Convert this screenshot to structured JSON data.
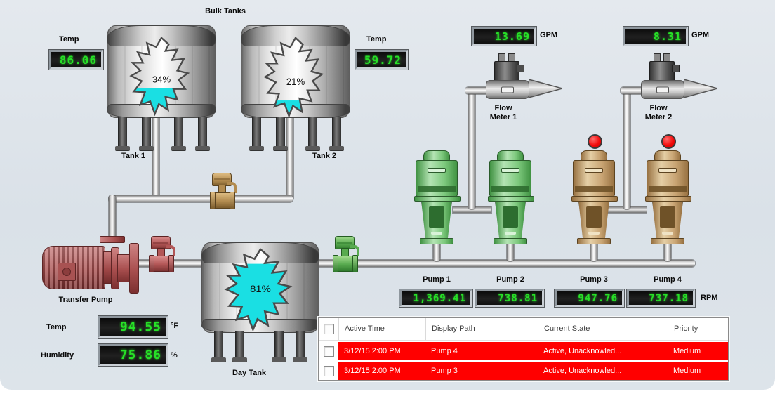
{
  "title": "Bulk Tanks",
  "tanks": {
    "tank1": {
      "label": "Tank 1",
      "level_label": "34%",
      "liquid_y": "79",
      "temp_label": "Temp",
      "temp_value": "86.06"
    },
    "tank2": {
      "label": "Tank 2",
      "level_label": "21%",
      "liquid_y": "95",
      "temp_label": "Temp",
      "temp_value": "59.72"
    },
    "day_tank": {
      "label": "Day Tank",
      "level_label": "81%",
      "liquid_y": "23"
    }
  },
  "flow_meters": {
    "meter1": {
      "name_line1": "Flow",
      "name_line2": "Meter 1",
      "value": "13.69",
      "unit": "GPM"
    },
    "meter2": {
      "name_line1": "Flow",
      "name_line2": "Meter 2",
      "value": "8.31",
      "unit": "GPM"
    }
  },
  "pumps": {
    "pump1": {
      "label": "Pump 1",
      "rpm": "1,369.41",
      "status": "running",
      "color": "#7cc87c"
    },
    "pump2": {
      "label": "Pump 2",
      "rpm": "738.81",
      "status": "running",
      "color": "#7cc87c"
    },
    "pump3": {
      "label": "Pump 3",
      "rpm": "947.76",
      "status": "alarm",
      "color": "#c8a473"
    },
    "pump4": {
      "label": "Pump 4",
      "rpm": "737.18",
      "status": "alarm",
      "color": "#c8a473"
    }
  },
  "rpm_unit": "RPM",
  "transfer_pump": {
    "label": "Transfer Pump"
  },
  "ambient": {
    "temp_label": "Temp",
    "temp_value": "94.55",
    "temp_unit": "°F",
    "humidity_label": "Humidity",
    "humidity_value": "75.86",
    "humidity_unit": "%"
  },
  "alarm_table": {
    "columns": [
      "Active Time",
      "Display Path",
      "Current State",
      "Priority"
    ],
    "rows": [
      {
        "active_time": "3/12/15 2:00 PM",
        "display_path": "Pump 4",
        "current_state": "Active, Unacknowled...",
        "priority": "Medium"
      },
      {
        "active_time": "3/12/15 2:00 PM",
        "display_path": "Pump 3",
        "current_state": "Active, Unacknowled...",
        "priority": "Medium"
      }
    ],
    "alarm_row_color": "#ff0000"
  },
  "colors": {
    "lcd_digit": "#27e127",
    "lcd_background": "#141414",
    "liquid_cyan": "#1adfe3",
    "indicator_red": "#ee1111",
    "background": "#dde4ea"
  }
}
